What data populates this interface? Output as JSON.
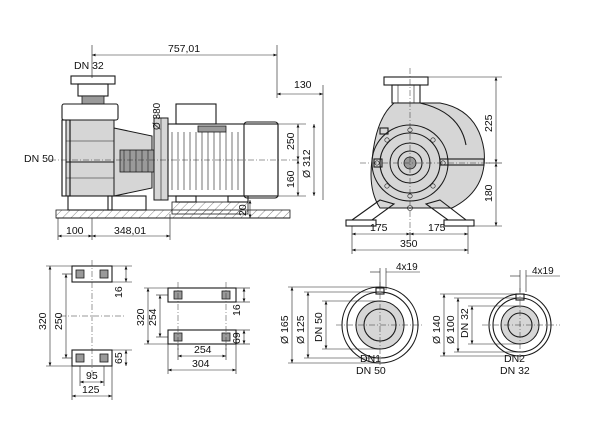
{
  "side_view": {
    "overall_length": "757,01",
    "motor_overhang": "130",
    "outlet_label": "DN 32",
    "inlet_label": "DN 50",
    "motor_diameter": "Ø 380",
    "upper_height": "250",
    "lower_height": "160",
    "motor_body_diameter": "Ø 312",
    "base_height": "20",
    "left_offset": "100",
    "foot_spacing": "348,01"
  },
  "front_view": {
    "upper_height": "225",
    "lower_height": "180",
    "half_width_left": "175",
    "half_width_right": "175",
    "total_width": "350"
  },
  "foot_left": {
    "height_total": "320",
    "height_inner": "250",
    "top_dim": "16",
    "bottom_dim": "65",
    "width_inner": "95",
    "width_total": "125"
  },
  "foot_right": {
    "height_total": "320",
    "height_inner": "254",
    "side_dim": "16",
    "bottom_dim": "69",
    "width_inner": "254",
    "width_total": "304"
  },
  "flange_dn1": {
    "holes": "4x19",
    "d_outer": "Ø 165",
    "d_bolt": "Ø 125",
    "d_inner": "DN 50",
    "label1": "DN1",
    "label2": "DN 50"
  },
  "flange_dn2": {
    "holes": "4x19",
    "d_outer": "Ø 140",
    "d_bolt": "Ø 100",
    "d_inner": "DN 32",
    "label1": "DN2",
    "label2": "DN 32"
  }
}
